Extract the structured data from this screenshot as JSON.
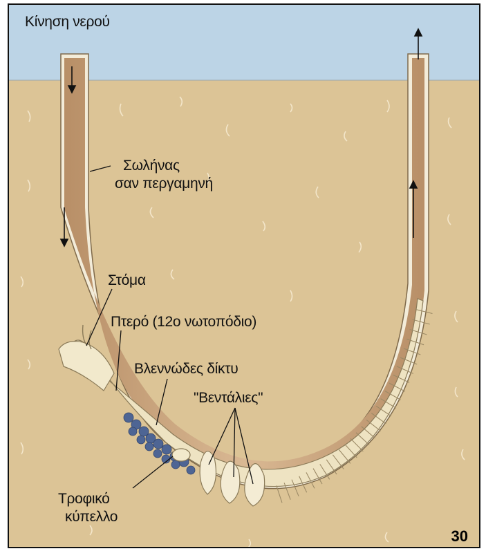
{
  "labels": {
    "water_flow": "Κίνηση νερού",
    "tube_line1": "Σωλήνας",
    "tube_line2": "σαν περγαμηνή",
    "mouth": "Στόμα",
    "wing": "Πτερό (12ο νωτοπόδιο)",
    "mucus_net": "Βλεννώδες δίκτυ",
    "fans": "\"Βεντάλιες\"",
    "food_cup_line1": "Τροφικό",
    "food_cup_line2": "κύπελλο"
  },
  "page_number": "30",
  "colors": {
    "water": "#bcd4e6",
    "sand": "#dcc496",
    "tube_interior": "#c9a27a",
    "tube_wall": "#f3ecd9",
    "worm_body": "#eee3c2",
    "mucus_net": "#4e6594",
    "border": "#111111"
  },
  "icons": [
    "down-arrow-icon",
    "up-arrow-icon"
  ]
}
